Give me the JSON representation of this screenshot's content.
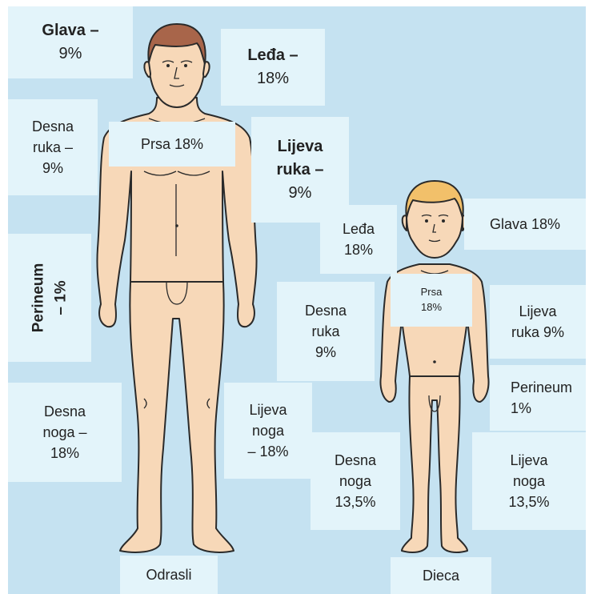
{
  "adult": {
    "head": [
      "Glava –",
      "9%"
    ],
    "back": [
      "Leđa –",
      "18%"
    ],
    "chest": "Prsa 18%",
    "right_arm": [
      "Desna",
      "ruka –",
      "9%"
    ],
    "left_arm": [
      "Lijeva",
      "ruka –",
      "9%"
    ],
    "perineum": [
      "Perineum",
      "– 1%"
    ],
    "right_leg": [
      "Desna",
      "noga –",
      "18%"
    ],
    "left_leg": [
      "Lijeva",
      "noga",
      "– 18%"
    ],
    "caption": "Odrasli"
  },
  "child": {
    "back": [
      "Leđa",
      "18%"
    ],
    "head": "Glava 18%",
    "chest": [
      "Prsa",
      "18%"
    ],
    "right_arm": [
      "Desna",
      "ruka",
      "9%"
    ],
    "left_arm": [
      "Lijeva",
      "ruka 9%"
    ],
    "perineum": [
      "Perineum",
      "1%"
    ],
    "right_leg": [
      "Desna",
      "noga",
      "13,5%"
    ],
    "left_leg": [
      "Lijeva",
      "noga",
      "13,5%"
    ],
    "caption": "Dieca"
  },
  "colors": {
    "background": "#c5e2f1",
    "label_box": "#e3f4fa",
    "skin": "#f7d8b8",
    "adult_hair": "#a8654a",
    "child_hair": "#f2c06a"
  }
}
